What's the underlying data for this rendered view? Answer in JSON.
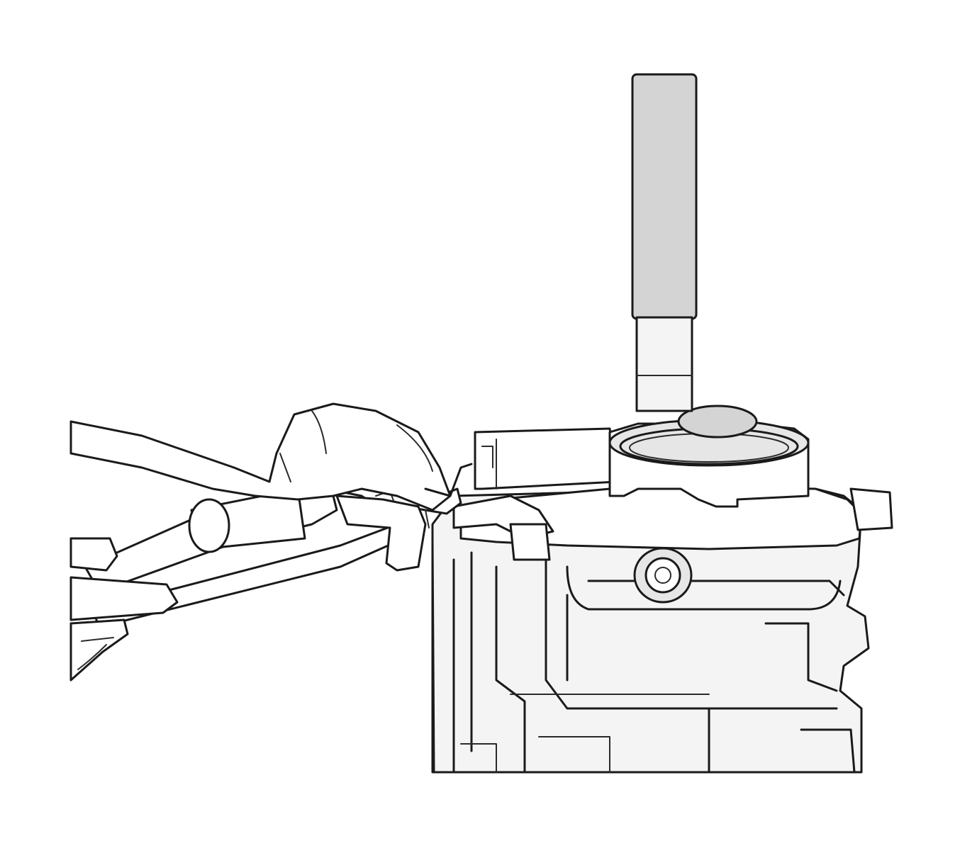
{
  "figure": {
    "background_color": "#ffffff",
    "ink_color": "#1a1a1a",
    "shade_color": "#d4d4d4",
    "components": [
      {
        "id": "installer-handle",
        "icon": "tool-handle-icon"
      },
      {
        "id": "installer-adapter",
        "icon": "tool-adapter-icon"
      },
      {
        "id": "seal-ring",
        "icon": "ring-icon"
      },
      {
        "id": "housing",
        "icon": "housing-icon"
      },
      {
        "id": "bolt-head",
        "icon": "bolt-icon"
      },
      {
        "id": "pliers",
        "icon": "pliers-icon"
      },
      {
        "id": "hand",
        "icon": "hand-icon"
      }
    ]
  }
}
